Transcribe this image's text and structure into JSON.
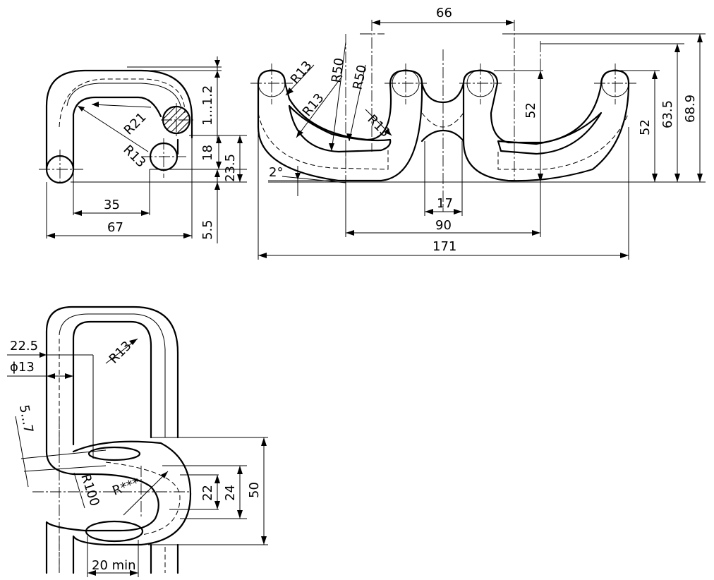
{
  "side_view": {
    "dim_35": "35",
    "dim_67": "67",
    "dim_R21": "R21",
    "dim_R13": "R13",
    "dim_gap": "1...1.2",
    "dim_18": "18",
    "dim_23_5": "23.5",
    "dim_5_5": "5.5"
  },
  "front_view": {
    "dim_66": "66",
    "dim_171": "171",
    "dim_90": "90",
    "dim_17": "17",
    "dim_52_inner": "52",
    "dim_52": "52",
    "dim_63_5": "63.5",
    "dim_68_9": "68.9",
    "dim_2deg": "2°",
    "dim_R13_top": "R13",
    "dim_R13_left": "R13",
    "dim_R13_inner": "R13",
    "dim_R50_a": "R50",
    "dim_R50_b": "R50"
  },
  "bottom_view": {
    "dim_22_5": "22.5",
    "dim_phi13": "ϕ13",
    "dim_R13": "R13",
    "dim_5_7": "5...7",
    "dim_R100": "R100",
    "dim_Rstar": "R***",
    "dim_22": "22",
    "dim_24": "24",
    "dim_50": "50",
    "dim_20min": "20 min"
  }
}
